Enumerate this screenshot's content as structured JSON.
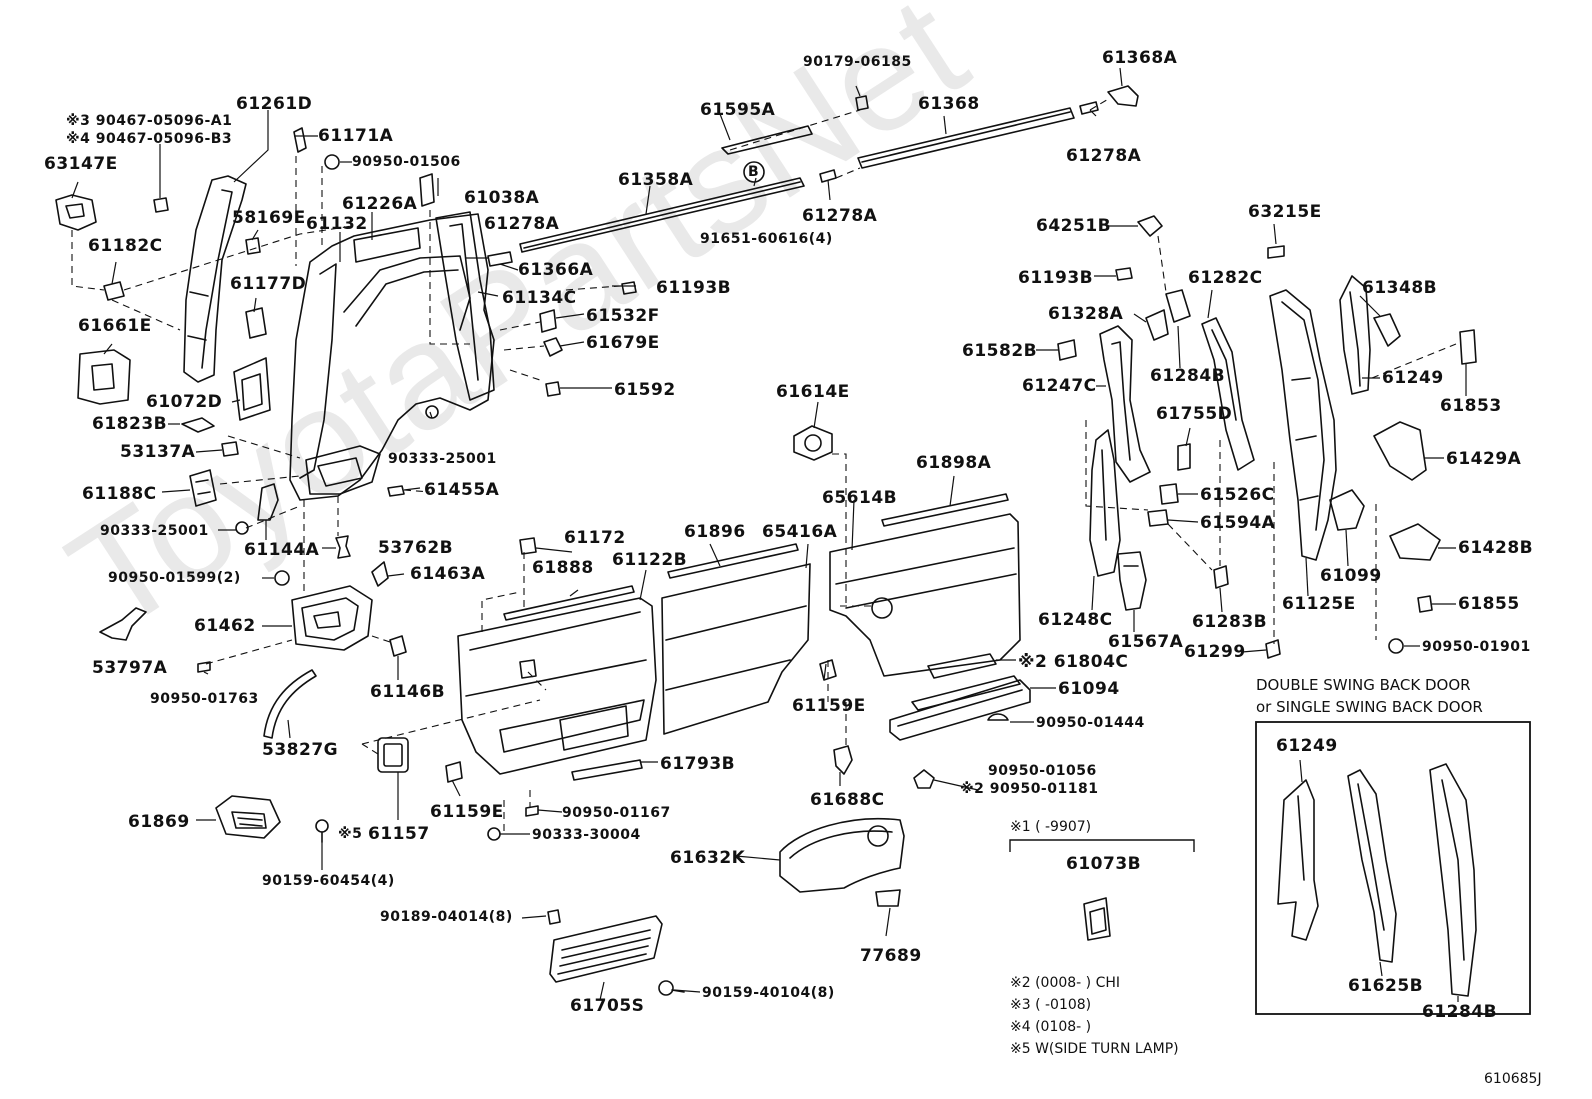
{
  "watermark": "ToyotaPartsNet",
  "labels": {
    "p90179_06185": "90179-06185",
    "p61368A": "61368A",
    "p61368": "61368",
    "p61278A_a": "61278A",
    "p61595A": "61595A",
    "p61358A": "61358A",
    "pB": "B",
    "p91651_60616": "91651-60616(4)",
    "p61278A_b": "61278A",
    "p61261D": "61261D",
    "p90467_A1": "※3 90467-05096-A1",
    "p90467_B3": "※4 90467-05096-B3",
    "p61171A": "61171A",
    "p90950_01506": "90950-01506",
    "p63147E": "63147E",
    "p61226A": "61226A",
    "p61038A": "61038A",
    "p58169E": "58169E",
    "p61132": "61132",
    "p61278A_c": "61278A",
    "p61182C": "61182C",
    "p61366A": "61366A",
    "p61177D": "61177D",
    "p61134C": "61134C",
    "p61193B_a": "61193B",
    "p61532F": "61532F",
    "p61661E": "61661E",
    "p61679E": "61679E",
    "p61072D": "61072D",
    "p61592": "61592",
    "p61823B": "61823B",
    "p53137A": "53137A",
    "p90333_25001_a": "90333-25001",
    "p61188C": "61188C",
    "p61455A": "61455A",
    "p90333_25001_b": "90333-25001",
    "p61144A": "61144A",
    "p53762B": "53762B",
    "p90950_01599": "90950-01599(2)",
    "p61463A": "61463A",
    "p61462": "61462",
    "p53797A": "53797A",
    "p90950_01763": "90950-01763",
    "p61146B": "61146B",
    "p53827G": "53827G",
    "p61869": "61869",
    "p61157": "61157",
    "pX5": "※5",
    "p90159_60454": "90159-60454(4)",
    "p61172": "61172",
    "p61888": "61888",
    "p61122B": "61122B",
    "p61896": "61896",
    "p65416A": "65416A",
    "p61159E_a": "61159E",
    "p90950_01167": "90950-01167",
    "p90333_30004": "90333-30004",
    "p61793B": "61793B",
    "p61614E": "61614E",
    "p65614B": "65614B",
    "p61898A": "61898A",
    "p61804C": "※2 61804C",
    "p61094": "61094",
    "p61159E_b": "61159E",
    "p90950_01444": "90950-01444",
    "p90950_01056": "90950-01056",
    "p90950_01181": "※2 90950-01181",
    "p61688C": "61688C",
    "p61632K": "61632K",
    "p77689": "77689",
    "p90189_04014": "90189-04014(8)",
    "p61705S": "61705S",
    "p90159_40104": "90159-40104(8)",
    "p64251B": "64251B",
    "p63215E": "63215E",
    "p61193B_b": "61193B",
    "p61282C": "61282C",
    "p61348B": "61348B",
    "p61328A": "61328A",
    "p61582B": "61582B",
    "p61284B_a": "61284B",
    "p61249_a": "61249",
    "p61247C": "61247C",
    "p61853": "61853",
    "p61755D": "61755D",
    "p61429A": "61429A",
    "p61526C": "61526C",
    "p61594A": "61594A",
    "p61099": "61099",
    "p61428B": "61428B",
    "p61248C": "61248C",
    "p61283B": "61283B",
    "p61125E": "61125E",
    "p61855": "61855",
    "p61567A": "61567A",
    "p61299": "61299",
    "p90950_01901": "90950-01901",
    "p61073B": "61073B",
    "p61249_b": "61249",
    "p61625B": "61625B",
    "p61284B_b": "61284B"
  },
  "box": {
    "title_line1": "DOUBLE SWING BACK DOOR",
    "title_line2": "or SINGLE SWING BACK DOOR"
  },
  "footnotes": {
    "n1": "※1 (      -9907)",
    "n2": "※2 (0008-      ) CHI",
    "n3": "※3 (      -0108)",
    "n4": "※4 (0108-      )",
    "n5": "※5 W(SIDE TURN LAMP)"
  },
  "figure_code": "610685J"
}
